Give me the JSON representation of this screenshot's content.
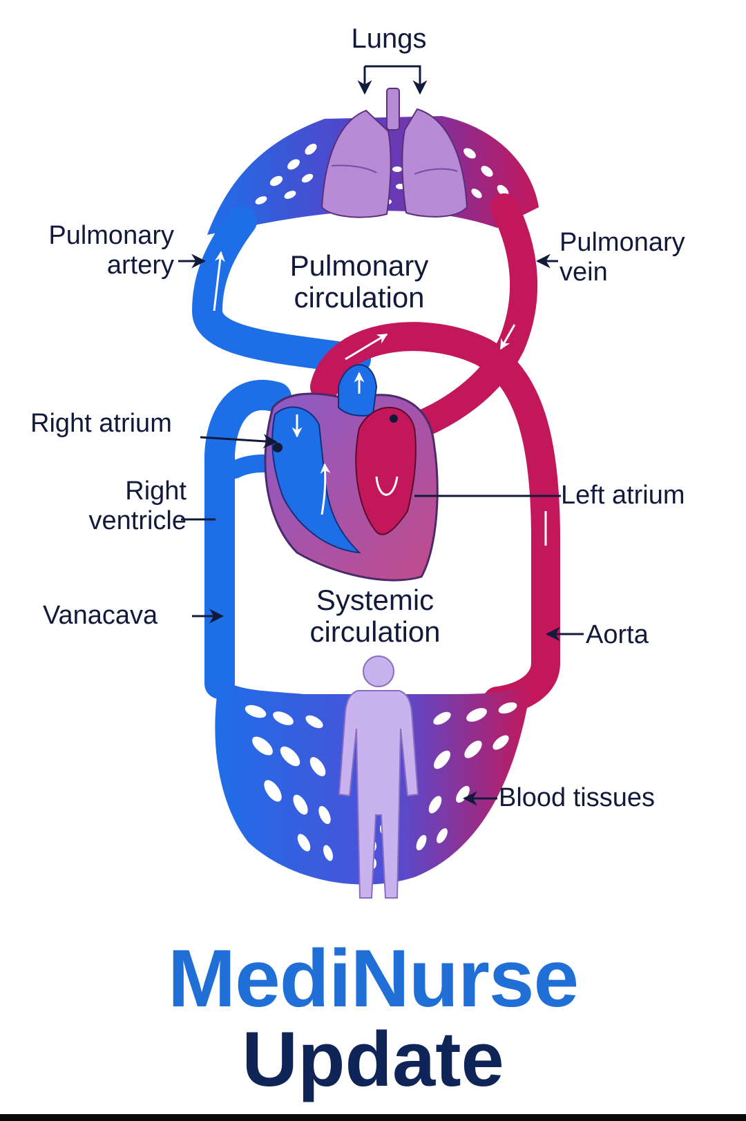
{
  "labels": {
    "lungs": "Lungs",
    "pulmonary_artery_line1": "Pulmonary",
    "pulmonary_artery_line2": "artery",
    "pulmonary_vein_line1": "Pulmonary",
    "pulmonary_vein_line2": "vein",
    "pulmonary_circulation_line1": "Pulmonary",
    "pulmonary_circulation_line2": "circulation",
    "right_atrium": "Right atrium",
    "right_ventricle_line1": "Right",
    "right_ventricle_line2": "ventricle",
    "left_atrium": "Left atrium",
    "vanacava": "Vanacava",
    "systemic_circulation_line1": "Systemic",
    "systemic_circulation_line2": "circulation",
    "aorta": "Aorta",
    "blood_tissues": "Blood tissues"
  },
  "brand": {
    "line1": "MediNurse",
    "line2": "Update"
  },
  "colors": {
    "deoxygenated": "#1e6ee8",
    "oxygenated": "#c2185b",
    "lungs": "#b78ad6",
    "body_figure": "#c9b3ee",
    "label_text": "#111a3a",
    "brand_primary": "#1f6fd6",
    "brand_secondary": "#0f2557"
  },
  "icons": [
    "lungs-icon",
    "heart-icon",
    "human-figure-icon"
  ]
}
